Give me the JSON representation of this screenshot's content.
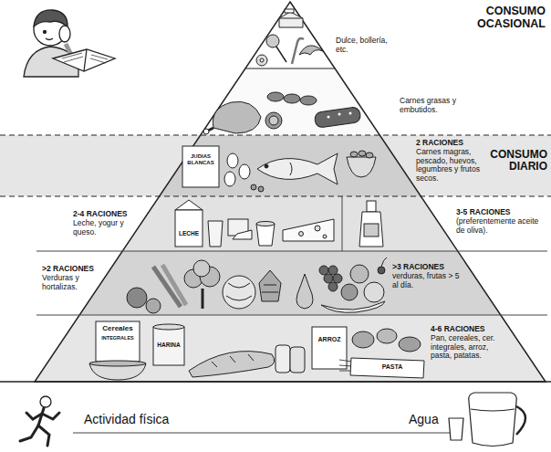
{
  "diagram": {
    "nodes": [
      {
        "text": [
          "Dulce, bollería, etc."
        ]
      },
      {
        "text": [
          "Carnes grasas y embutidos."
        ]
      },
      {
        "text": [
          "2 RACIONES",
          "Carnes magras, pescado, huevos, legumbres y frutos secos."
        ]
      },
      {
        "text": [
          "2-4 RACIONES",
          "Leche, yogur y queso."
        ]
      },
      {
        "text": [
          "3-5 RACIONES",
          "(preferentemente aceite de oliva)."
        ]
      },
      {
        "text": [
          ">2 RACIONES",
          "Verduras y hortalizas."
        ]
      },
      {
        "text": [
          ">3 RACIONES",
          "verduras, frutas > 5 al día."
        ]
      },
      {
        "text": [
          "4-6 RACIONES",
          "Pan, cereales, cer. integrales, arroz, pasta, patatas."
        ]
      }
    ],
    "labels": [
      "CONSUMO OCASIONAL",
      "CONSUMO DIARIO",
      "JUDIAS BLANCAS",
      "LECHE",
      "Cereales",
      "INTEGRALES",
      "HARINA",
      "ARROZ",
      "PASTA",
      "Actividad física",
      "Agua"
    ]
  }
}
